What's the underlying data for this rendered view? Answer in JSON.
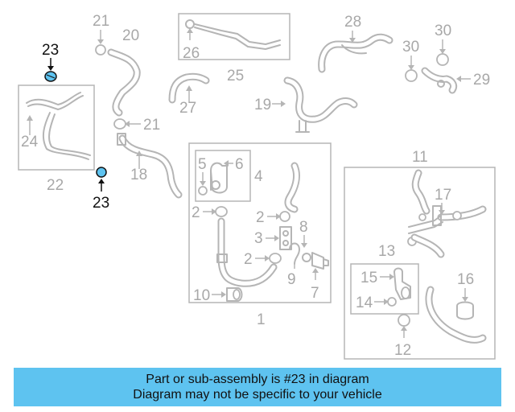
{
  "diagram": {
    "callouts": {
      "c1": "1",
      "c2a": "2",
      "c2b": "2",
      "c2c": "2",
      "c3": "3",
      "c4": "4",
      "c5": "5",
      "c6": "6",
      "c7": "7",
      "c8": "8",
      "c9": "9",
      "c10": "10",
      "c11": "11",
      "c12": "12",
      "c13": "13",
      "c14": "14",
      "c15": "15",
      "c16": "16",
      "c17": "17",
      "c18": "18",
      "c19": "19",
      "c20": "20",
      "c21a": "21",
      "c21b": "21",
      "c22": "22",
      "c23a": "23",
      "c23b": "23",
      "c24": "24",
      "c25": "25",
      "c26": "26",
      "c27": "27",
      "c28": "28",
      "c29": "29",
      "c30": "30"
    },
    "highlight_color": "#5ec3f0"
  },
  "banner": {
    "line1": "Part or sub-assembly is #23 in diagram",
    "line2": "Diagram may not be specific to your vehicle",
    "color": "#5ec3f0"
  }
}
